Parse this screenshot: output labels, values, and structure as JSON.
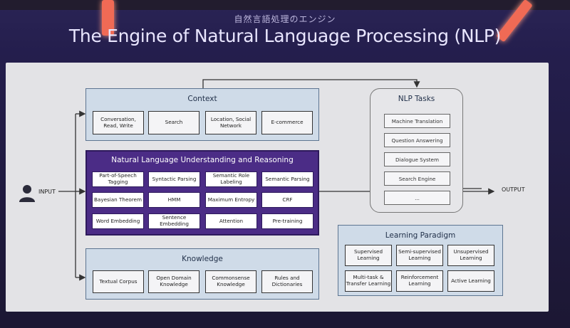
{
  "header": {
    "subtitle": "自然言語処理のエンジン",
    "title": "The Engine of Natural Language Processing (NLP)"
  },
  "diagram": {
    "input_label": "INPUT",
    "output_label": "OUTPUT",
    "context": {
      "title": "Context",
      "items": [
        "Conversation, Read, Write",
        "Search",
        "Location, Social Network",
        "E-commerce"
      ]
    },
    "nlu": {
      "title": "Natural Language Understanding and Reasoning",
      "items": [
        "Part-of-Speech Tagging",
        "Syntactic Parsing",
        "Semantic Role Labeling",
        "Semantic Parsing",
        "Bayesian Theorem",
        "HMM",
        "Maximum Entropy",
        "CRF",
        "Word Embedding",
        "Sentence Embedding",
        "Attention",
        "Pre-training"
      ]
    },
    "knowledge": {
      "title": "Knowledge",
      "items": [
        "Textual Corpus",
        "Open Domain Knowledge",
        "Commonsense Knowledge",
        "Rules and Dictionaries"
      ]
    },
    "nlp_tasks": {
      "title": "NLP Tasks",
      "items": [
        "Machine Translation",
        "Question Answering",
        "Dialogue System",
        "Search Engine",
        "..."
      ]
    },
    "learning": {
      "title": "Learning Paradigm",
      "items": [
        "Supervised Learning",
        "Semi-supervised Learning",
        "Unsupervised Learning",
        "Multi-task & Transfer Learning",
        "Reinforcement Learning",
        "Active Learning"
      ]
    },
    "colors": {
      "nlu_fill": "#4b2c86",
      "light_fill": "#cfdbe8",
      "slide_bg": "#e3e3e6"
    }
  }
}
